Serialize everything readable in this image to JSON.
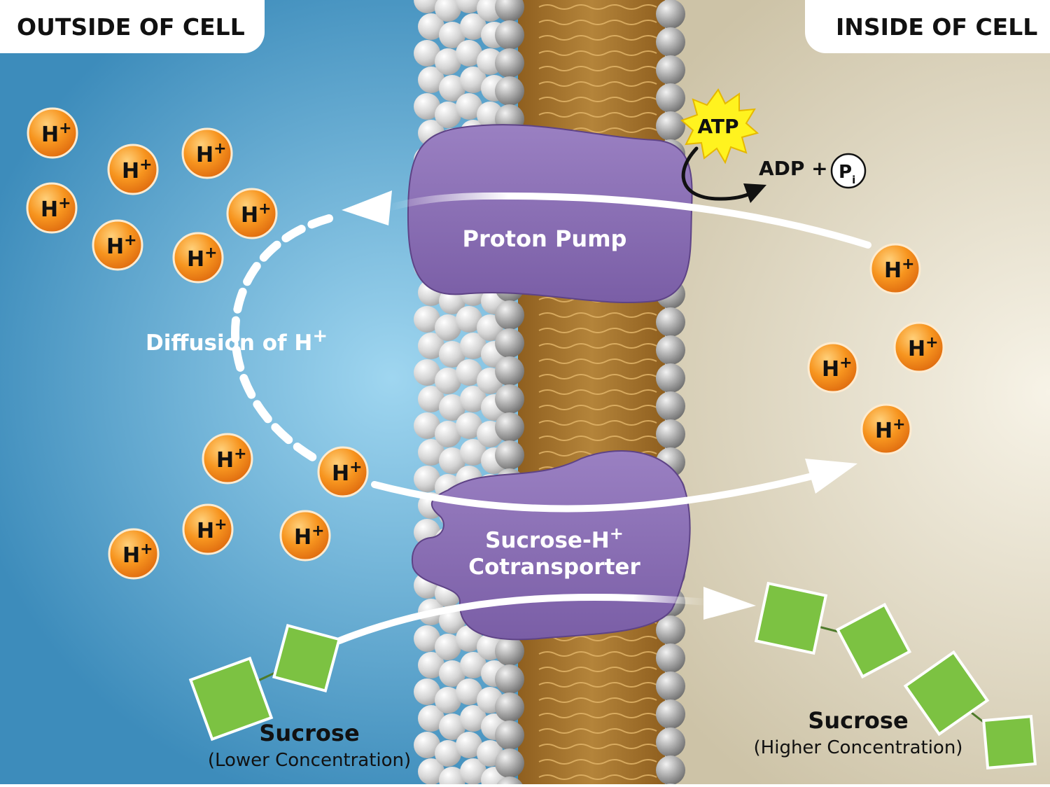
{
  "regions": {
    "outside_label": "OUTSIDE OF CELL",
    "inside_label": "INSIDE OF CELL"
  },
  "proteins": {
    "pump_label": "Proton Pump",
    "cotransporter_label_line1": "Sucrose-H",
    "cotransporter_label_sup": "+",
    "cotransporter_label_line2": "Cotransporter"
  },
  "energy": {
    "atp_label": "ATP",
    "adp_label": "ADP +",
    "phosphate_main": "P",
    "phosphate_sub": "i"
  },
  "ion": {
    "symbol": "H",
    "charge": "+"
  },
  "diffusion": {
    "label": "Diffusion of H",
    "charge": "+"
  },
  "sucrose": {
    "outside_label": "Sucrose",
    "outside_sublabel": "(Lower Concentration)",
    "inside_label": "Sucrose",
    "inside_sublabel": "(Higher Concentration)"
  },
  "colors": {
    "outside_blue": "#3f8fbd",
    "outside_light": "#98d3ee",
    "inside_tan": "#cfc6ab",
    "inside_light": "#f6f2e6",
    "membrane_core": "#b07c2e",
    "lipid_head": "#9a9a9a",
    "protein_purple": "#8a6cb0",
    "proton_orange": "#f28a1e",
    "sucrose_green": "#7cc242",
    "atp_yellow": "#ffee1a",
    "arrow_white": "#ffffff"
  },
  "icons": {
    "proton": "orange-sphere",
    "sucrose": "green-square-pair",
    "atp": "yellow-starburst"
  }
}
